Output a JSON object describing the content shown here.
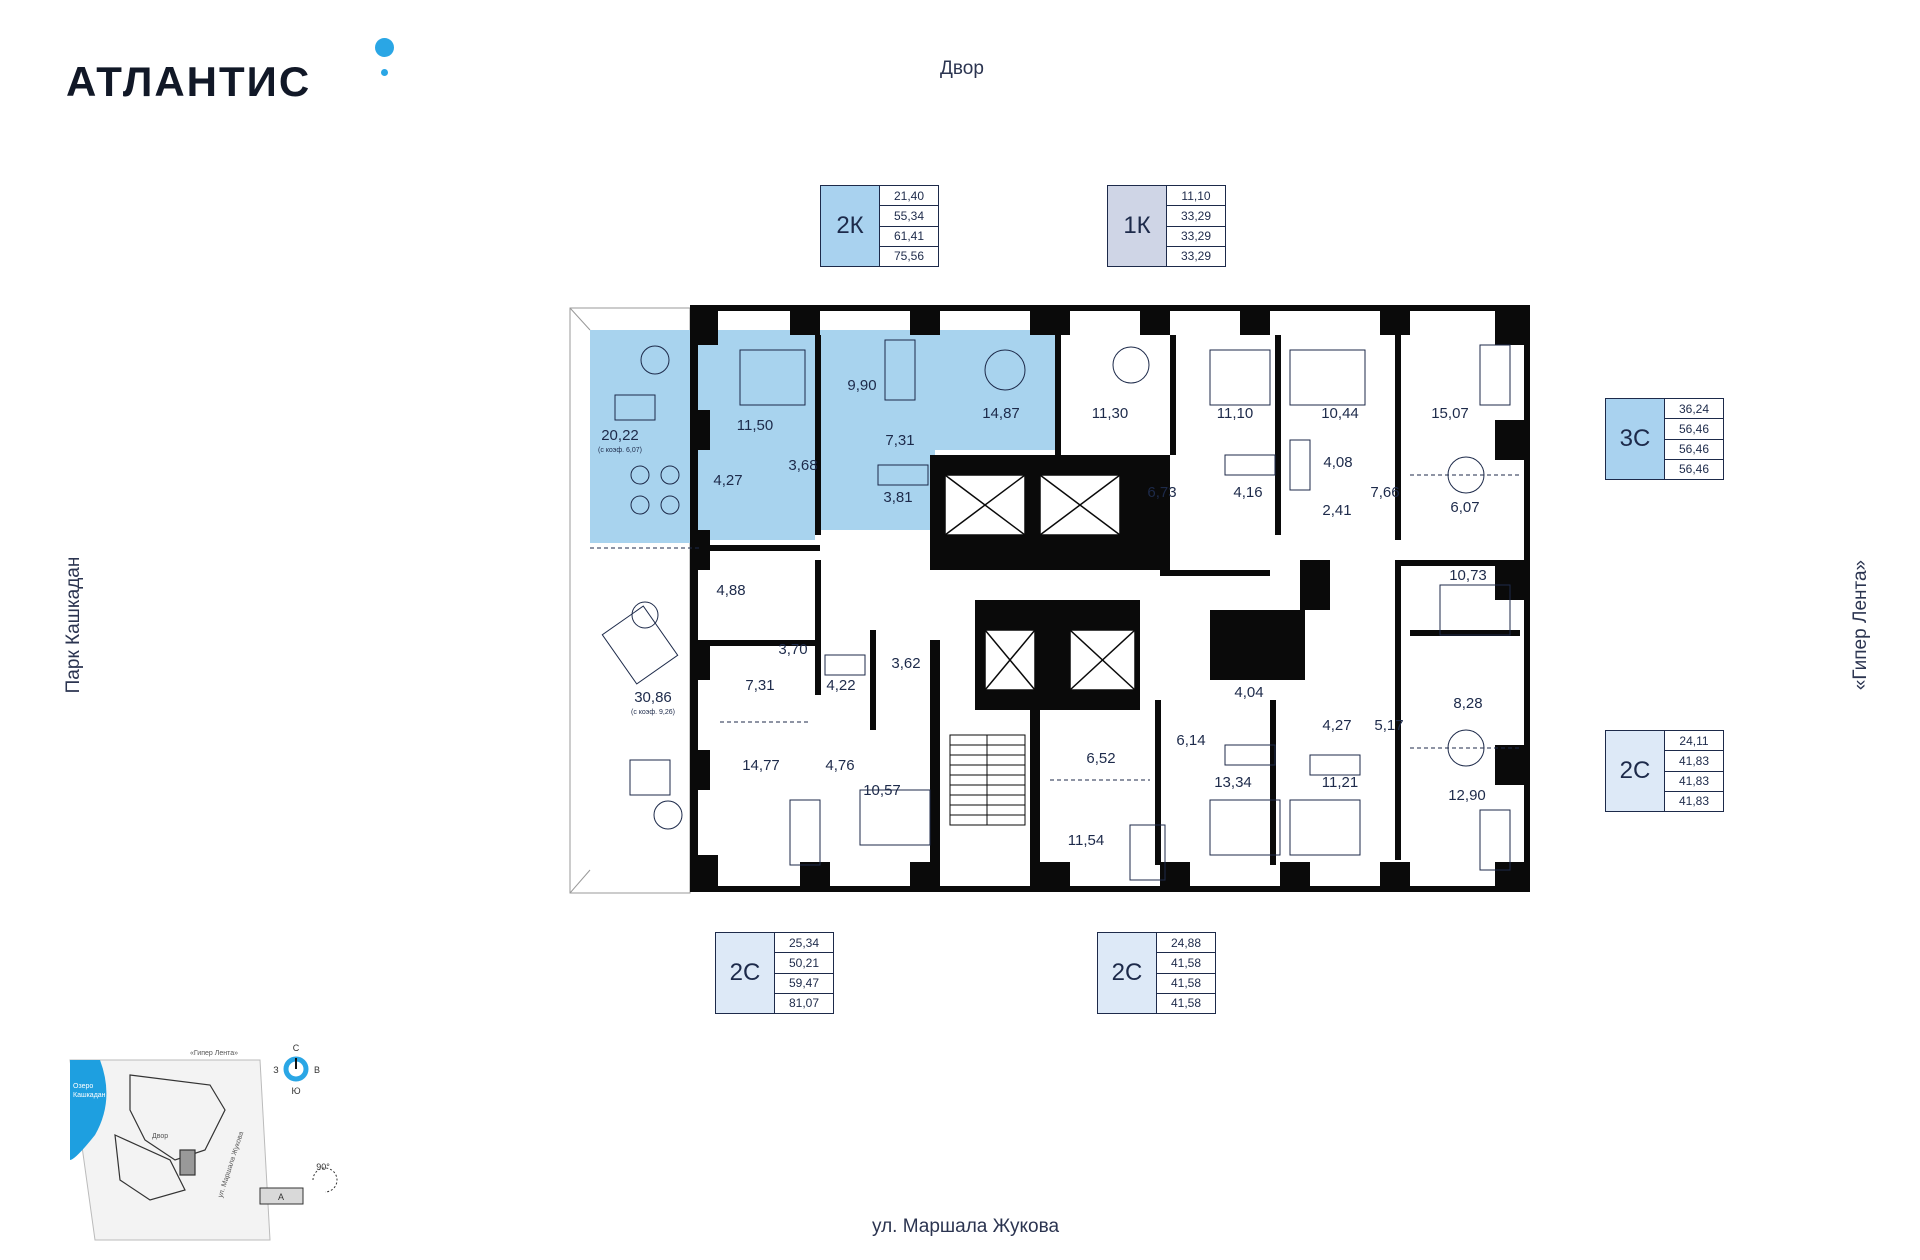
{
  "header": {
    "logo": "АТЛАНТИС",
    "top_label": "Двор",
    "bottom_label": "ул. Маршала Жукова",
    "left_label": "Парк Кашкадан",
    "right_label": "«Гипер Лента»"
  },
  "apartments": {
    "apt_2k": {
      "type": "2К",
      "values": [
        "21,40",
        "55,34",
        "61,41",
        "75,56"
      ]
    },
    "apt_1k": {
      "type": "1К",
      "values": [
        "11,10",
        "33,29",
        "33,29",
        "33,29"
      ]
    },
    "apt_3c": {
      "type": "3С",
      "values": [
        "36,24",
        "56,46",
        "56,46",
        "56,46"
      ]
    },
    "apt_2c_right": {
      "type": "2С",
      "values": [
        "24,11",
        "41,83",
        "41,83",
        "41,83"
      ]
    },
    "apt_2c_bl": {
      "type": "2С",
      "values": [
        "25,34",
        "50,21",
        "59,47",
        "81,07"
      ]
    },
    "apt_2c_bc": {
      "type": "2С",
      "values": [
        "24,88",
        "41,58",
        "41,58",
        "41,58"
      ]
    }
  },
  "colors": {
    "highlight_2k": "#a8d3ee",
    "box_2k": "#a9d2ef",
    "box_1k": "#cfd5e6",
    "box_3c": "#a9d2ef",
    "box_2c": "#dde9f7",
    "wall": "#0a0a0a",
    "accent": "#2aa6e5"
  },
  "rooms": {
    "terrace_top": "20,22",
    "terrace_top_note": "(с коэф. 6,07)",
    "r_11_50": "11,50",
    "r_9_90": "9,90",
    "r_14_87": "14,87",
    "r_7_31_top": "7,31",
    "r_4_27_top": "4,27",
    "r_3_68": "3,68",
    "r_3_81": "3,81",
    "r_11_30": "11,30",
    "r_11_10": "11,10",
    "r_6_73": "6,73",
    "r_4_16": "4,16",
    "r_10_44": "10,44",
    "r_4_08": "4,08",
    "r_2_41": "2,41",
    "r_7_66": "7,66",
    "r_15_07": "15,07",
    "r_6_07": "6,07",
    "r_10_73": "10,73",
    "r_4_88": "4,88",
    "r_3_70": "3,70",
    "r_3_62": "3,62",
    "r_7_31_bottom": "7,31",
    "r_4_22": "4,22",
    "terrace_bottom": "30,86",
    "terrace_bottom_note": "(с коэф. 9,26)",
    "r_14_77": "14,77",
    "r_4_76": "4,76",
    "r_10_57": "10,57",
    "r_6_52": "6,52",
    "r_11_54": "11,54",
    "r_4_04": "4,04",
    "r_6_14": "6,14",
    "r_13_34": "13,34",
    "r_4_27_bottom": "4,27",
    "r_5_17": "5,17",
    "r_11_21": "11,21",
    "r_8_28": "8,28",
    "r_12_90": "12,90"
  },
  "minimap": {
    "lake_label_1": "Озеро",
    "lake_label_2": "Кашкадан",
    "top_label": "«Гипер Лента»",
    "yard_label": "Двор",
    "street_label": "ул. Маршала Жукова",
    "rotation": "90°",
    "section": "А",
    "compass": {
      "n": "С",
      "s": "Ю",
      "w": "З",
      "e": "В"
    }
  }
}
